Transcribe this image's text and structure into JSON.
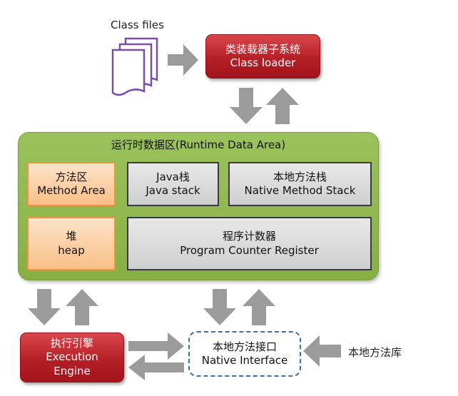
{
  "class_files_label": "Class files",
  "class_loader": {
    "cn": "类装载器子系统",
    "en": "Class loader"
  },
  "runtime_area_title": "运行时数据区(Runtime Data Area)",
  "method_area": {
    "cn": "方法区",
    "en": "Method Area"
  },
  "java_stack": {
    "cn": "Java栈",
    "en": "Java stack"
  },
  "native_method_stack": {
    "cn": "本地方法栈",
    "en": "Native Method Stack"
  },
  "heap": {
    "cn": "堆",
    "en": "heap"
  },
  "program_counter": {
    "cn": "程序计数器",
    "en": "Program Counter Register"
  },
  "execution_engine": {
    "cn": "执行引擎",
    "en1": "Execution",
    "en2": "Engine"
  },
  "native_interface": {
    "cn": "本地方法接口",
    "en": "Native Interface"
  },
  "native_library_label": "本地方法库",
  "colors": {
    "arrow": "#9b9b9b",
    "red_box": "#b51f26",
    "green_area": "#8fb84c",
    "orange_box": "#f9bf86",
    "dashed_border": "#3a6fa8",
    "document_icon": "#7b4fa8"
  }
}
